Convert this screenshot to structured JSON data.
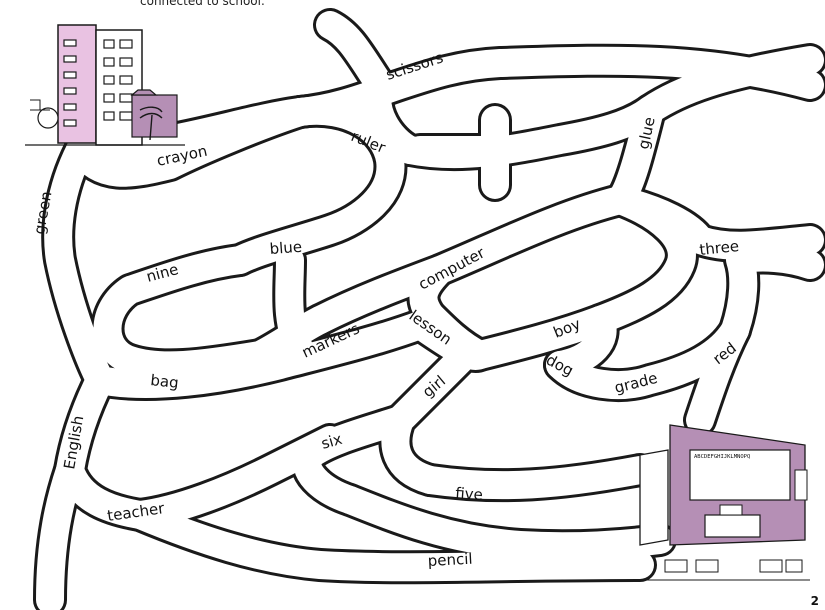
{
  "header_fragment": "connected to school.",
  "page_number": "2",
  "colors": {
    "building": "#e9c2e2",
    "classroom": "#b58fb5",
    "ink": "#1a1a1a"
  },
  "labels": {
    "scissors": "scissors",
    "crayon": "crayon",
    "ruler": "ruler",
    "glue": "glue",
    "green": "green",
    "nine": "nine",
    "blue": "blue",
    "computer": "computer",
    "three": "three",
    "markers": "markers",
    "lesson": "lesson",
    "boy": "boy",
    "bag": "bag",
    "girl": "girl",
    "dog": "dog",
    "grade": "grade",
    "red": "red",
    "english": "English",
    "six": "six",
    "five": "five",
    "teacher": "teacher",
    "pencil": "pencil"
  },
  "classroom_board": {
    "alphabet": "ABCDEFGHIJKLMNOPQ"
  }
}
